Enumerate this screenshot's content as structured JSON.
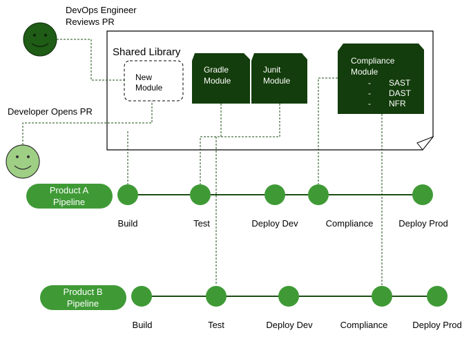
{
  "shared_library": {
    "title": "Shared Library",
    "new_module": {
      "line1": "New",
      "line2": "Module"
    },
    "gradle_module": {
      "line1": "Gradle",
      "line2": "Module"
    },
    "junit_module": {
      "line1": "Junit",
      "line2": "Module"
    },
    "compliance_module": {
      "line1": "Compliance",
      "line2": "Module",
      "items": [
        "SAST",
        "DAST",
        "NFR"
      ],
      "bullet": "-"
    }
  },
  "actors": {
    "devops": {
      "line1": "DevOps Engineer",
      "line2": "Reviews PR"
    },
    "developer": {
      "label": "Developer Opens PR"
    }
  },
  "pipelines": [
    {
      "name_line1": "Product A",
      "name_line2": "Pipeline",
      "stages": [
        "Build",
        "Test",
        "Deploy Dev",
        "Compliance",
        "Deploy Prod"
      ]
    },
    {
      "name_line1": "Product B",
      "name_line2": "Pipeline",
      "stages": [
        "Build",
        "Test",
        "Deploy Dev",
        "Compliance",
        "Deploy Prod"
      ]
    }
  ],
  "colors": {
    "dark_green": "#133d0c",
    "mid_green": "#3f9a36",
    "smiley_dark": "#1f5c16",
    "smiley_light": "#9fcf85"
  }
}
